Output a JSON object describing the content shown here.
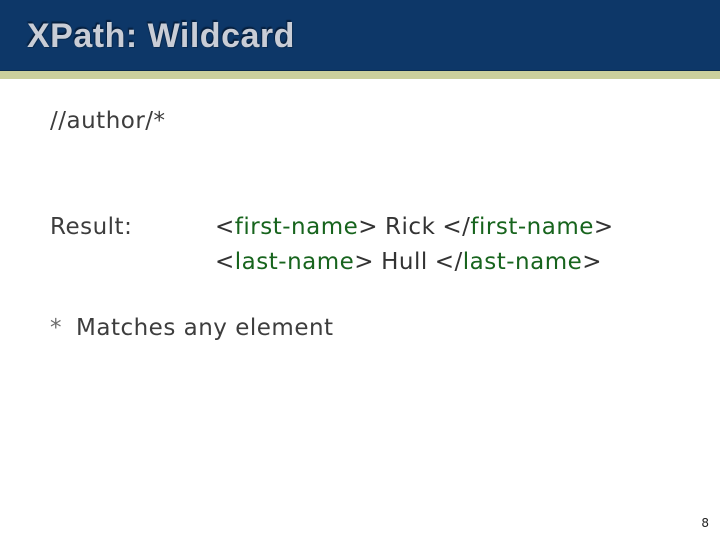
{
  "colors": {
    "header_bg": "#0d3768",
    "accent_band": "#cbcf9c",
    "tag_green": "#17641d",
    "body_text": "#3d3d3d",
    "title_text": "#c9cdd6"
  },
  "header": {
    "title": "XPath: Wildcard"
  },
  "content": {
    "expression": "//author/*",
    "result": {
      "label": "Result:",
      "lines": [
        {
          "open_lt": "<",
          "open_tag": "first-name",
          "open_gt": ">",
          "value": "Rick",
          "close_lt": "</",
          "close_tag": "first-name",
          "close_gt": ">"
        },
        {
          "open_lt": "<",
          "open_tag": "last-name",
          "open_gt": ">",
          "value": "Hull",
          "close_lt": "</",
          "close_tag": "last-name",
          "close_gt": ">"
        }
      ]
    },
    "note": {
      "bullet": "*",
      "text": "Matches any element"
    }
  },
  "footer": {
    "page_number": "8"
  }
}
